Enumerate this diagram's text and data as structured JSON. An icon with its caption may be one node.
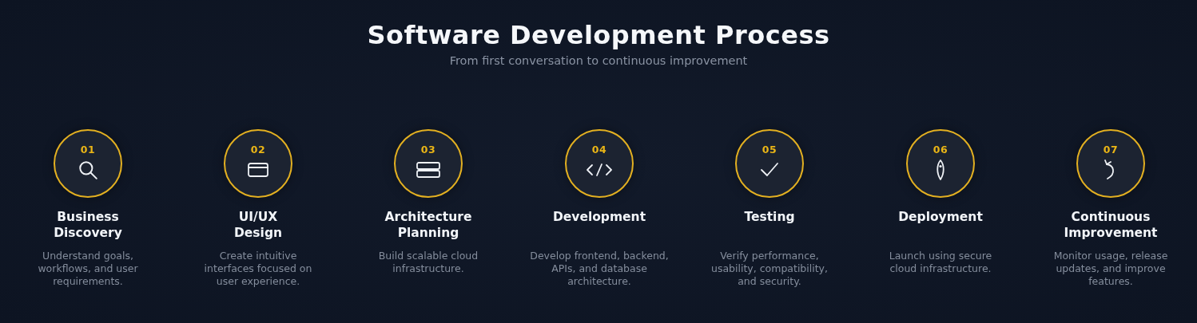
{
  "diagram": {
    "title": "Software Development Process",
    "nodes": [
      {
        "text": [
          "01",
          "Business Discovery",
          "Understand goals, workflows, and user requirements."
        ]
      },
      {
        "text": [
          "02",
          "UI/UX Design",
          "Create intuitive interfaces focused on user experience."
        ]
      },
      {
        "text": [
          "03",
          "Architecture Planning",
          "Build scalable cloud infrastructure."
        ]
      },
      {
        "text": [
          "04",
          "Development",
          "Develop frontend, backend, APIs, and database architecture."
        ]
      },
      {
        "text": [
          "05",
          "Testing",
          "Verify performance, usability, compatibility, and security."
        ]
      },
      {
        "text": [
          "06",
          "Deployment",
          "Launch using secure cloud infrastructure."
        ]
      },
      {
        "text": [
          "07",
          "Continuous Improvement",
          "Monitor usage, release updates, and improve features."
        ]
      }
    ],
    "labels": [
      "From first conversation to continuous improvement"
    ]
  }
}
